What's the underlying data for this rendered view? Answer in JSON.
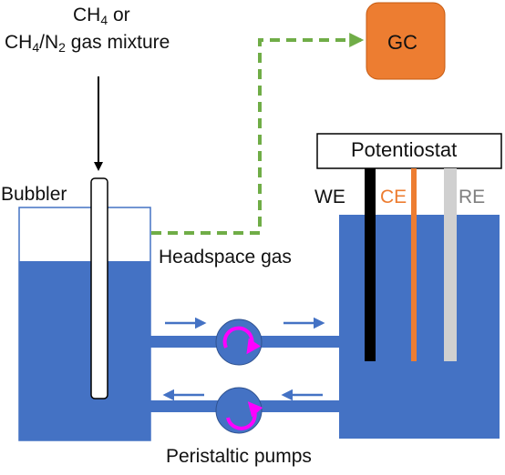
{
  "inlet": {
    "line1_main": "CH",
    "line1_sub": "4",
    "line1_tail": " or",
    "line2_a": "CH",
    "line2_a_sub": "4",
    "line2_b": "/N",
    "line2_b_sub": "2",
    "line2_tail": " gas mixture"
  },
  "gc_label": "GC",
  "bubbler_label": "Bubbler",
  "headspace_label": "Headspace gas",
  "potentiostat_label": "Potentiostat",
  "electrodes": [
    {
      "label": "WE",
      "color": "#000000"
    },
    {
      "label": "CE",
      "color": "#ed7d31"
    },
    {
      "label": "RE",
      "color": "#d0d0d0"
    }
  ],
  "electrode_label_colors": {
    "WE": "#111111",
    "CE": "#ed7d31",
    "RE": "#7f7f7f"
  },
  "pumps_label": "Peristaltic pumps",
  "colors": {
    "liquid": "#4472c4",
    "gc_box": "#ed7d31",
    "gc_border": "#c55a11",
    "dashed_line": "#70ad47",
    "flow_arrow": "#4472c4",
    "pump_rotor": "#ff00ff"
  }
}
